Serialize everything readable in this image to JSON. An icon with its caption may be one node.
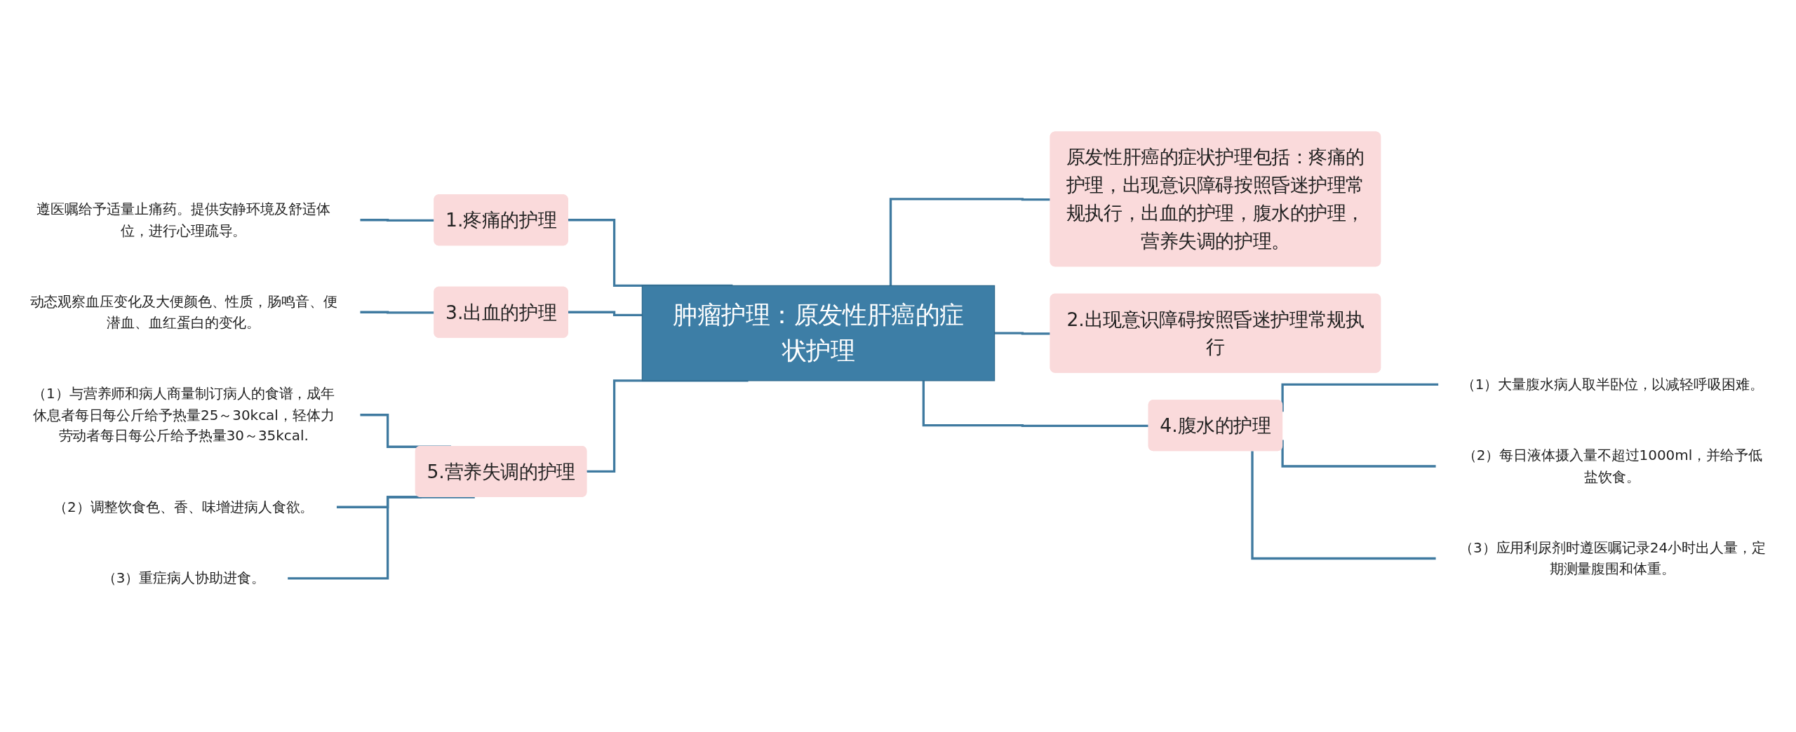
{
  "diagram": {
    "nodes": [
      {
        "text": [
          "肿瘤护理：原发性肝癌的症状护理"
        ]
      },
      {
        "text": [
          "1.疼痛的护理"
        ]
      },
      {
        "text": [
          "遵医嘱给予适量止痛药。提供安静环境及舒适体位，进行心理疏导。"
        ]
      },
      {
        "text": [
          "3.出血的护理"
        ]
      },
      {
        "text": [
          "动态观察血压变化及大便颜色、性质，肠鸣音、便潜血、血红蛋白的变化。"
        ]
      },
      {
        "text": [
          "5.营养失调的护理"
        ]
      },
      {
        "text": [
          "（1）与营养师和病人商量制订病人的食谱，成年休息者每日每公斤给予热量25～30kcal，轻体力劳动者每日每公斤给予热量30～35kcal."
        ]
      },
      {
        "text": [
          "（2）调整饮食色、香、味增进病人食欲。"
        ]
      },
      {
        "text": [
          "（3）重症病人协助进食。"
        ]
      },
      {
        "text": [
          "原发性肝癌的症状护理包括：疼痛的护理，出现意识障碍按照昏迷护理常规执行，出血的护理，腹水的护理，营养失调的护理。"
        ]
      },
      {
        "text": [
          "2.出现意识障碍按照昏迷护理常规执行"
        ]
      },
      {
        "text": [
          "4.腹水的护理"
        ]
      },
      {
        "text": [
          "（1）大量腹水病人取半卧位，以减轻呼吸困难。"
        ]
      },
      {
        "text": [
          "（2）每日液体摄入量不超过1000ml，并给予低盐饮食。"
        ]
      },
      {
        "text": [
          "（3）应用利尿剂时遵医嘱记录24小时出人量，定期测量腹围和体重。"
        ]
      }
    ],
    "edges": [
      {
        "from": 2,
        "to": 1,
        "arrow": "none"
      },
      {
        "from": 1,
        "to": 0,
        "arrow": "none"
      },
      {
        "from": 4,
        "to": 3,
        "arrow": "none"
      },
      {
        "from": 3,
        "to": 0,
        "arrow": "none"
      },
      {
        "from": 6,
        "to": 5,
        "arrow": "none"
      },
      {
        "from": 7,
        "to": 5,
        "arrow": "none"
      },
      {
        "from": 8,
        "to": 5,
        "arrow": "none"
      },
      {
        "from": 5,
        "to": 0,
        "arrow": "none"
      },
      {
        "from": 0,
        "to": 9,
        "arrow": "none"
      },
      {
        "from": 0,
        "to": 10,
        "arrow": "none"
      },
      {
        "from": 0,
        "to": 11,
        "arrow": "none"
      },
      {
        "from": 11,
        "to": 12,
        "arrow": "none"
      },
      {
        "from": 11,
        "to": 13,
        "arrow": "none"
      },
      {
        "from": 11,
        "to": 14,
        "arrow": "none"
      }
    ]
  }
}
